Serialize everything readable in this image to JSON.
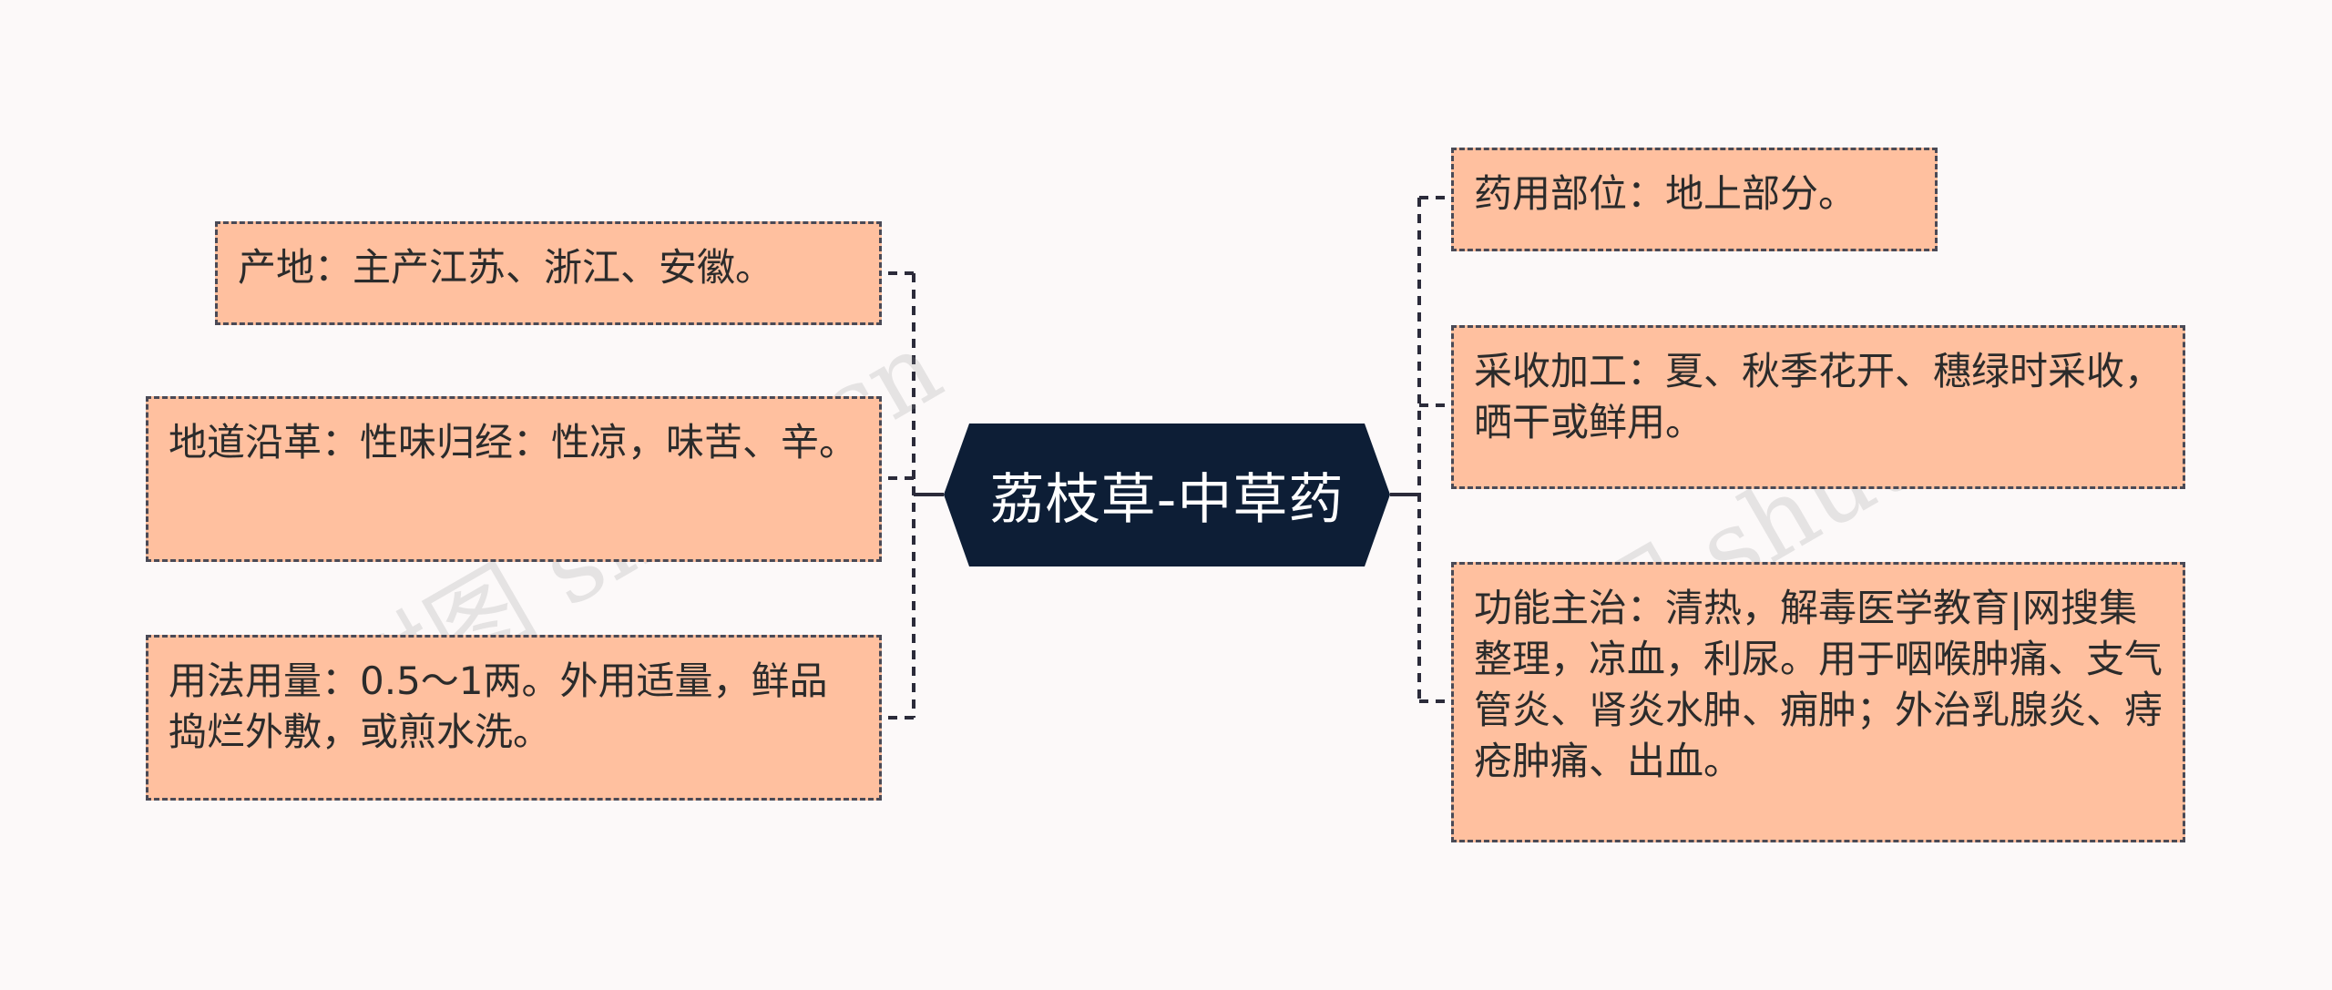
{
  "root": {
    "title": "荔枝草-中草药"
  },
  "left_branches": [
    {
      "text": "产地：主产江苏、浙江、安徽。"
    },
    {
      "text": "地道沿革：性味归经：性凉，味苦、辛。"
    },
    {
      "text": "用法用量：0.5～1两。外用适量，鲜品捣烂外敷，或煎水洗。"
    }
  ],
  "right_branches": [
    {
      "text": "药用部位：地上部分。"
    },
    {
      "text": "采收加工：夏、秋季花开、穗绿时采收，晒干或鲜用。"
    },
    {
      "text": "功能主治：清热，解毒医学教育|网搜集整理，凉血，利尿。用于咽喉肿痛、支气管炎、肾炎水肿、痈肿；外治乳腺炎、痔疮肿痛、出血。"
    }
  ],
  "watermark": {
    "text": "树图 shutu.cn"
  },
  "colors": {
    "background": "#fcf9f9",
    "root_fill": "#0d1e36",
    "node_fill": "#ffc09f",
    "border": "#4a4a56"
  }
}
